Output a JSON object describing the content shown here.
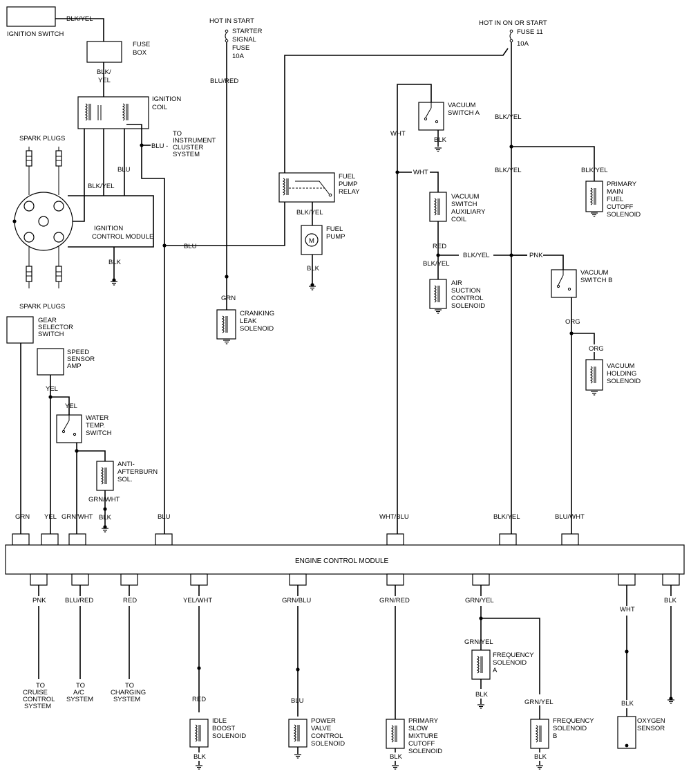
{
  "ignition": {
    "switch": "IGNITION SWITCH",
    "wire_blk_yel": "BLK/YEL",
    "fuse_box": [
      "FUSE",
      "BOX"
    ],
    "wire_blk_yel_split": [
      "BLK/",
      "YEL"
    ],
    "coil": [
      "IGNITION",
      "COIL"
    ],
    "instrument": [
      "TO",
      "INSTRUMENT",
      "CLUSTER",
      "SYSTEM"
    ],
    "wire_blu_dash": "BLU -",
    "wire_blu": "BLU",
    "spark_plugs_top": "SPARK PLUGS",
    "spark_plugs_bottom": "SPARK PLUGS",
    "wire_blk_yel_module": "BLK/YEL",
    "module": [
      "IGNITION",
      "CONTROL MODULE"
    ],
    "module_blk": "BLK",
    "wire_blu_mid": "BLU"
  },
  "starter": {
    "hot": "HOT IN START",
    "fuse": [
      "STARTER",
      "SIGNAL",
      "FUSE",
      "10A"
    ],
    "wire_blu_red": "BLU/RED",
    "wire_grn": "GRN",
    "cranking": [
      "CRANKING",
      "LEAK",
      "SOLENOID"
    ]
  },
  "fuel_pump": {
    "relay": [
      "FUEL",
      "PUMP",
      "RELAY"
    ],
    "wire_blk_yel": "BLK/YEL",
    "pump": [
      "FUEL",
      "PUMP"
    ],
    "motor": "M",
    "wire_blk": "BLK"
  },
  "vacuum_a": {
    "switch": [
      "VACUUM",
      "SWITCH A"
    ],
    "blk": "BLK",
    "wht": "WHT",
    "wht2": "WHT",
    "aux_coil": [
      "VACUUM",
      "SWITCH",
      "AUXILIARY",
      "COIL"
    ],
    "red": "RED",
    "blk_yel_left": "BLK/YEL",
    "blk_yel_mid": "BLK/YEL",
    "air_suction": [
      "AIR",
      "SUCTION",
      "CONTROL",
      "SOLENOID"
    ]
  },
  "fuse11": {
    "hot": "HOT IN ON OR START",
    "fuse": [
      "FUSE 11",
      "10A"
    ],
    "blk_yel_1": "BLK/YEL",
    "blk_yel_2": "BLK/YEL",
    "blk_yel_3": "BLK/YEL",
    "primary_main": [
      "PRIMARY",
      "MAIN",
      "FUEL",
      "CUTOFF",
      "SOLENOID"
    ],
    "pnk": "PNK",
    "vacuum_b": [
      "VACUUM",
      "SWITCH B"
    ],
    "org1": "ORG",
    "org2": "ORG",
    "holding": [
      "VACUUM",
      "HOLDING",
      "SOLENOID"
    ]
  },
  "left_lower": {
    "gear": [
      "GEAR",
      "SELECTOR",
      "SWITCH"
    ],
    "speed": [
      "SPEED",
      "SENSOR",
      "AMP"
    ],
    "yel1": "YEL",
    "yel2": "YEL",
    "water": [
      "WATER",
      "TEMP.",
      "SWITCH"
    ],
    "anti": [
      "ANTI-",
      "AFTERBURN",
      "SOL."
    ],
    "grn_wht": "GRN/WHT",
    "blk": "BLK"
  },
  "ecm": {
    "title": "ENGINE CONTROL MODULE",
    "top_wires": [
      "GRN",
      "YEL",
      "GRN/WHT",
      "BLU",
      "WHT/BLU",
      "BLK/YEL",
      "BLU/WHT"
    ],
    "bottom_wires": [
      "PNK",
      "BLU/RED",
      "RED",
      "YEL/WHT",
      "GRN/BLU",
      "GRN/RED",
      "GRN/YEL",
      "WHT",
      "BLK"
    ]
  },
  "outputs": {
    "cruise": [
      "TO",
      "CRUISE",
      "CONTROL",
      "SYSTEM"
    ],
    "ac": [
      "TO",
      "A/C",
      "SYSTEM"
    ],
    "charging": [
      "TO",
      "CHARGING",
      "SYSTEM"
    ],
    "red": "RED",
    "idle": [
      "IDLE",
      "BOOST",
      "SOLENOID"
    ],
    "blu": "BLU",
    "power_valve": [
      "POWER",
      "VALVE",
      "CONTROL",
      "SOLENOID"
    ],
    "primary_slow": [
      "PRIMARY",
      "SLOW",
      "MIXTURE",
      "CUTOFF",
      "SOLENOID"
    ],
    "grn_yel_a": "GRN/YEL",
    "freq_a": [
      "FREQUENCY",
      "SOLENOID",
      "A"
    ],
    "grn_yel_b": "GRN/YEL",
    "freq_b": [
      "FREQUENCY",
      "SOLENOID",
      "B"
    ],
    "blk": "BLK",
    "oxygen": [
      "OXYGEN",
      "SENSOR"
    ]
  }
}
